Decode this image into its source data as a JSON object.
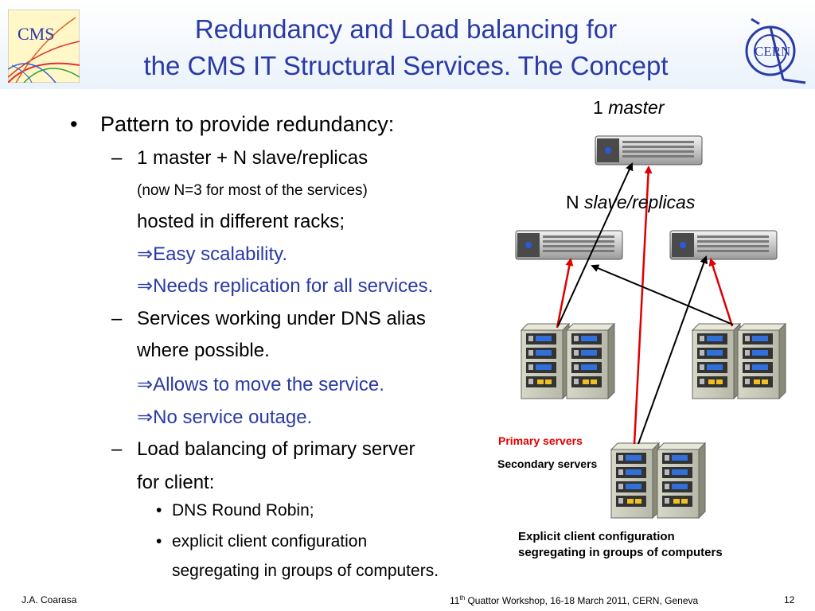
{
  "header": {
    "title_line1": "Redundancy and Load balancing for",
    "title_line2": "the CMS IT Structural Services. The Concept",
    "cms_logo": "CMS",
    "cern_logo": "CERN"
  },
  "bullets": {
    "b1": "Pattern to provide redundancy:",
    "d1": "1 master + N slave/replicas",
    "d1_note": "(now N=3 for most of the services)",
    "d1_cont": "hosted in different racks;",
    "d1_r1": "⇒Easy scalability.",
    "d1_r2": "⇒Needs replication for all services.",
    "d2": "Services working under DNS alias",
    "d2_cont": "where possible.",
    "d2_r1": "⇒Allows to move the service.",
    "d2_r2": "⇒No service outage.",
    "d3": "Load balancing of primary server",
    "d3_cont": "for client:",
    "s1": "DNS Round Robin;",
    "s2": "explicit client configuration",
    "s2_cont": "segregating in groups of computers."
  },
  "diagram": {
    "master_count": "1",
    "master_word": "master",
    "slave_count": "N",
    "slave_word": "slave/replicas",
    "primary_label": "Primary servers",
    "secondary_label": "Secondary servers",
    "note_line1": "Explicit client configuration",
    "note_line2": "segregating in groups of computers",
    "colors": {
      "primary_arrow": "#e00000",
      "secondary_arrow": "#000000",
      "title": "#2a3aa6"
    }
  },
  "footer": {
    "author": "J.A. Coarasa",
    "event_num": "11",
    "event_sup": "th",
    "event_rest": " Quattor Workshop, 16-18 March 2011, CERN, Geneva",
    "page": "12"
  }
}
